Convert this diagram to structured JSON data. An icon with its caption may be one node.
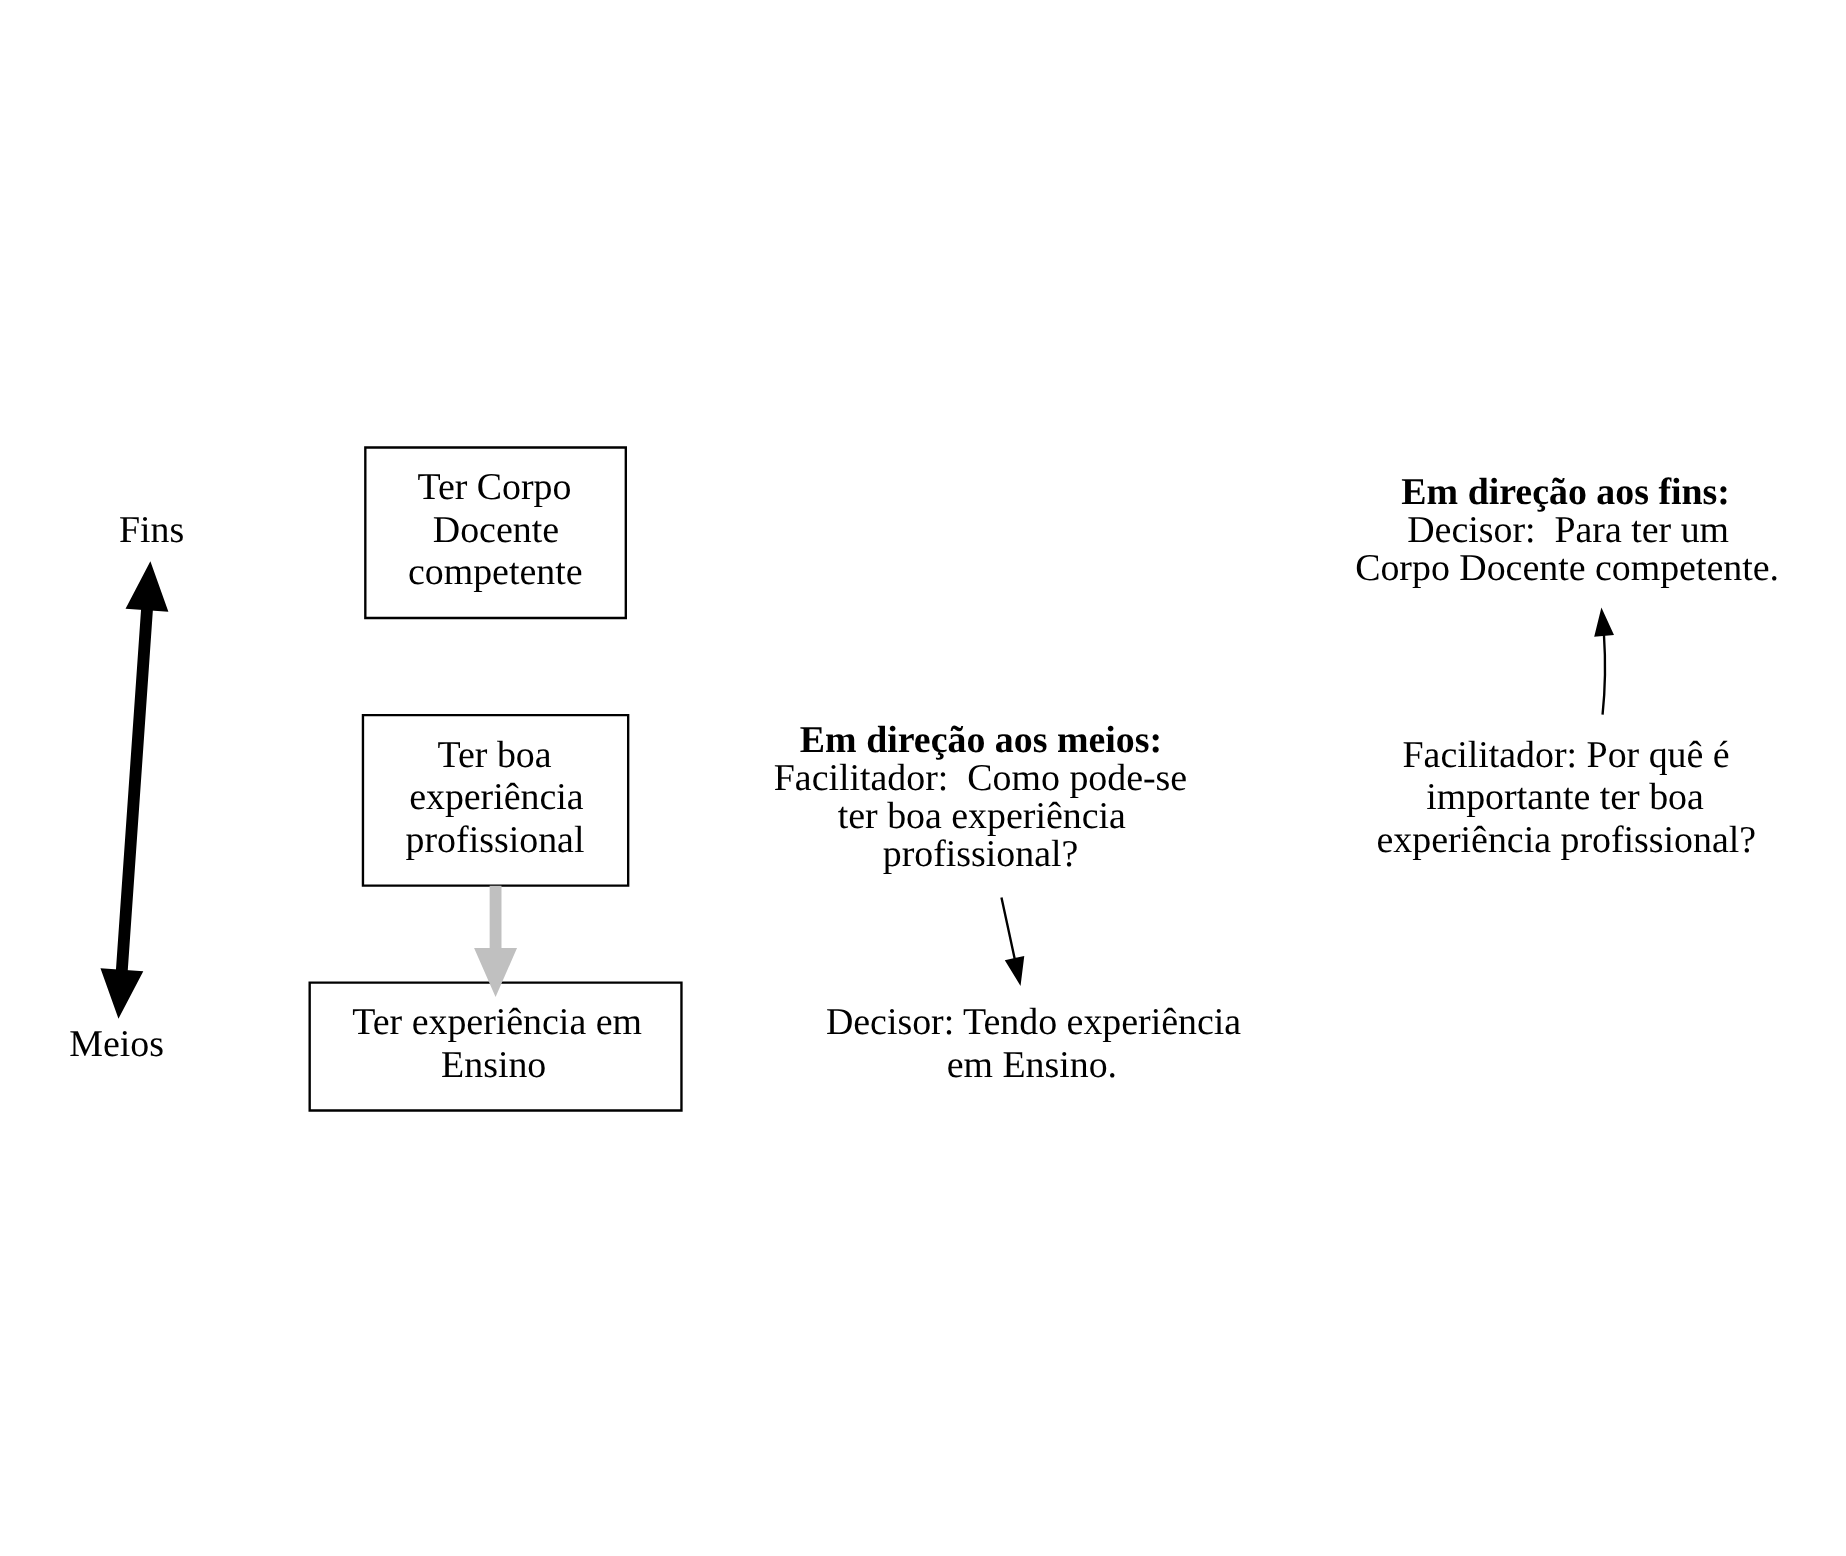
{
  "diagram": {
    "nodes": [
      {
        "text": [
          "Ter Corpo Docente competente"
        ]
      },
      {
        "text": [
          "Ter boa experiência profissional"
        ]
      },
      {
        "text": [
          "Ter experiência em Ensino"
        ]
      },
      {
        "text": [
          "Fins"
        ]
      },
      {
        "text": [
          "Meios"
        ]
      },
      {
        "text": [
          "Em direção aos fins:",
          "Decisor:  Para ter um Corpo Docente competente."
        ]
      },
      {
        "text": [
          "Facilitador: Por quê é importante ter boa experiência profissional?"
        ]
      },
      {
        "text": [
          "Em direção aos meios:",
          "Facilitador:  Como pode-se ter boa experiência profissional?"
        ]
      },
      {
        "text": [
          "Decisor: Tendo experiência em Ensino."
        ]
      }
    ],
    "edges": [
      {
        "from": 3,
        "to": 4,
        "arrow": "both",
        "style": "thick"
      },
      {
        "from": 1,
        "to": 2,
        "arrow": "to",
        "style": "thick",
        "color": "#c0c0c0"
      },
      {
        "from": 6,
        "to": 5,
        "arrow": "to"
      },
      {
        "from": 7,
        "to": 8,
        "arrow": "to"
      }
    ]
  }
}
